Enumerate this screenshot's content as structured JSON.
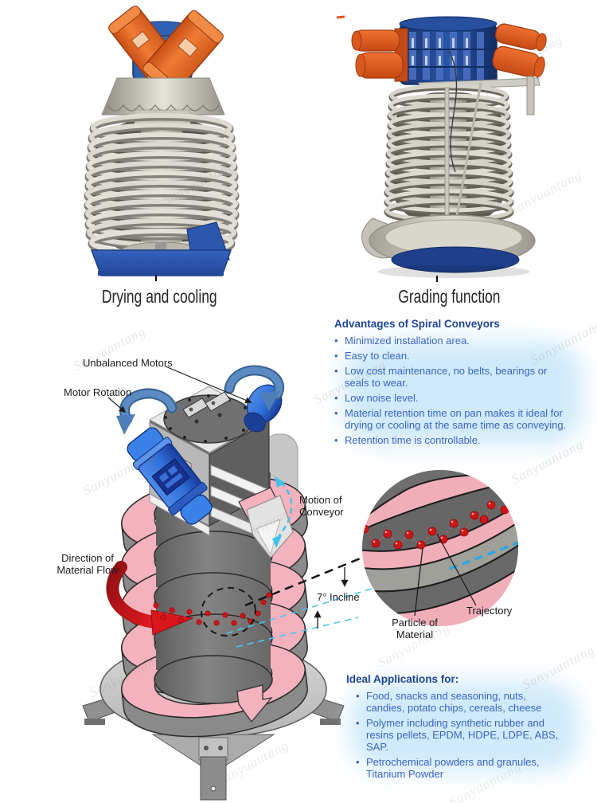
{
  "photos": {
    "left_caption": "Drying and cooling",
    "right_caption": "Grading function"
  },
  "advantages": {
    "title": "Advantages of Spiral Conveyors",
    "items": [
      "Minimized installation area.",
      "Easy to clean.",
      "Low cost maintenance, no belts, bearings or seals to wear.",
      "Low noise level.",
      "Material retention time on pan makes it ideal for drying or cooling at the same time as conveying.",
      "Retention time is controllable."
    ]
  },
  "applications": {
    "title": "Ideal Applications for:",
    "items": [
      "Food, snacks and seasoning, nuts, candies, potato chips, cereals, cheese",
      "Polymer including synthetic rubber and resins pellets, EPDM, HDPE, LDPE, ABS, SAP.",
      "Petrochemical powders and granules, Titanium Powder"
    ]
  },
  "diagram_labels": {
    "unbalanced_motors": "Unbalanced Motors",
    "motor_rotation": "Motor Rotation",
    "motion_of_conveyor": "Motion of\nConveyor",
    "direction_of_material_flow": "Direction of\nMaterial Flow",
    "incline": "7° Incline",
    "particle_of_material": "Particle of\nMaterial",
    "trajectory": "Trajectory"
  },
  "watermark": {
    "text": "Sanyuantang"
  },
  "colors": {
    "heading_blue": "#1e4596",
    "body_blue": "#3c64c4",
    "highlight_blue": "#a8d8f6",
    "flight_pink": "#f3b2bd",
    "drum_gray": "#767676",
    "motor_blue": "#2f6fd8",
    "rotation_arrow_blue": "#4e7db8",
    "flow_arrow_red": "#c01318",
    "particle_red": "#d01518",
    "motion_cyan": "#3fc2ec",
    "machine_orange": "#e8622a",
    "machine_navy": "#2853a8"
  }
}
